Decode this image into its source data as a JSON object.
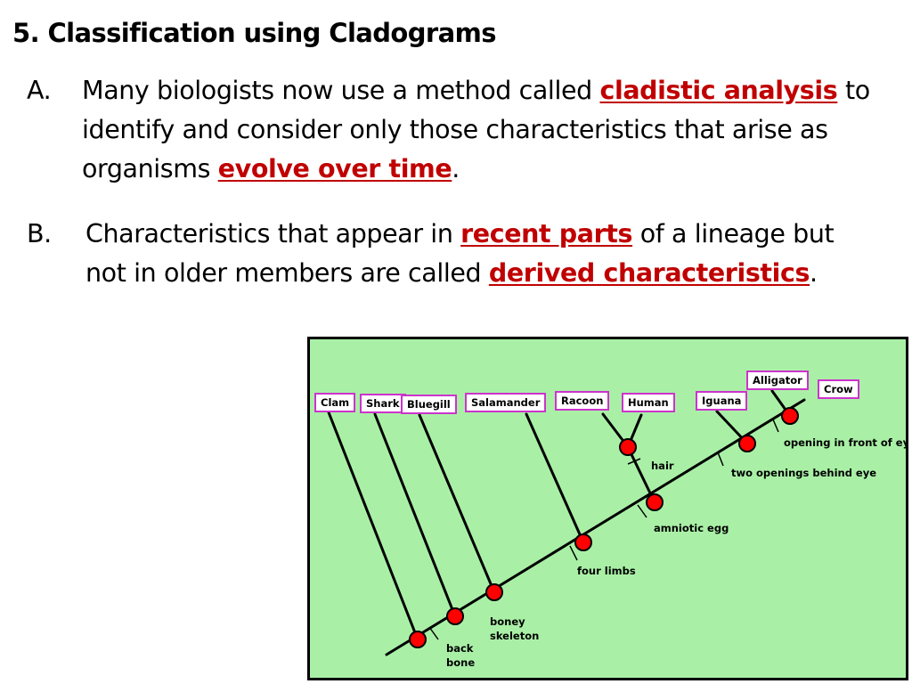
{
  "title": "5. Classification using Cladograms",
  "bullet_a": {
    "marker": "A.",
    "text_1": "Many biologists now use a method called ",
    "keyword_1": "cladistic analysis",
    "text_2": " to identify and consider only those characteristics that arise as organisms ",
    "keyword_2": "evolve over time",
    "text_3": "."
  },
  "bullet_b": {
    "marker": "B.",
    "text_1": "Characteristics that appear in ",
    "keyword_1": "recent parts",
    "text_2": " of a lineage but not in older members are called ",
    "keyword_2": "derived characteristics",
    "text_3": "."
  },
  "cladogram": {
    "colors": {
      "background": "#a9f0a6",
      "node": "#ff0000",
      "label_border": "#cc33cc",
      "keyword": "#c00000"
    },
    "taxa": [
      {
        "id": "clam",
        "label": "Clam"
      },
      {
        "id": "shark",
        "label": "Shark"
      },
      {
        "id": "bluegill",
        "label": "Bluegill"
      },
      {
        "id": "salamander",
        "label": "Salamander"
      },
      {
        "id": "racoon",
        "label": "Racoon"
      },
      {
        "id": "human",
        "label": "Human"
      },
      {
        "id": "iguana",
        "label": "Iguana"
      },
      {
        "id": "alligator",
        "label": "Alligator"
      },
      {
        "id": "crow",
        "label": "Crow"
      }
    ],
    "traits": [
      {
        "id": "back_bone",
        "label": "back bone"
      },
      {
        "id": "boney_skeleton",
        "label": "boney skeleton"
      },
      {
        "id": "four_limbs",
        "label": "four limbs"
      },
      {
        "id": "amniotic_egg",
        "label": "amniotic egg"
      },
      {
        "id": "hair",
        "label": "hair"
      },
      {
        "id": "two_openings_behind_eye",
        "label": "two openings behind eye"
      },
      {
        "id": "opening_in_front_of_eye",
        "label": "opening in front of eye"
      }
    ]
  }
}
